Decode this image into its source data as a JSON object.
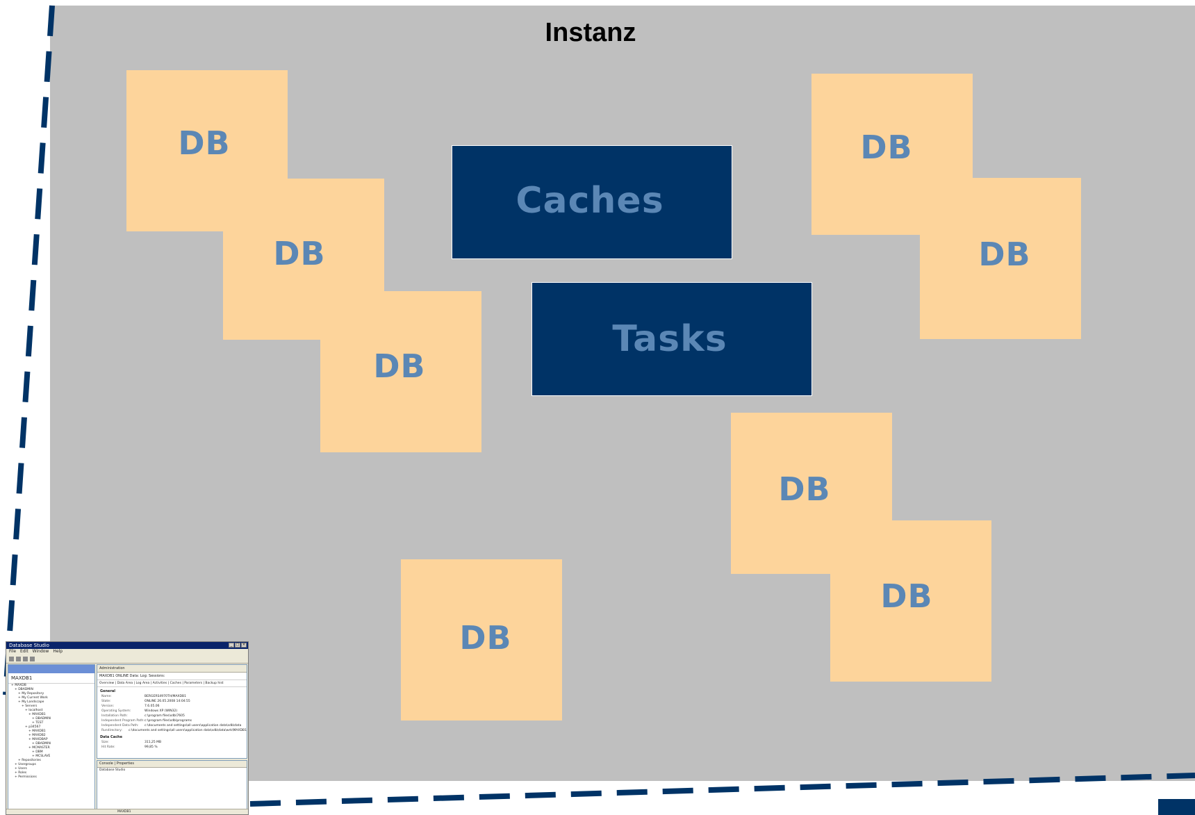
{
  "diagram": {
    "title": "Instanz",
    "colors": {
      "instance_background": "#bfbfbf",
      "db_box": "#fdd49b",
      "db_text": "#5b87b5",
      "component_box": "#003366",
      "component_text": "#5b87b5",
      "dashed_border": "#003366"
    },
    "db_boxes": [
      {
        "label": "DB"
      },
      {
        "label": "DB"
      },
      {
        "label": "DB"
      },
      {
        "label": "DB"
      },
      {
        "label": "DB"
      },
      {
        "label": "DB"
      },
      {
        "label": "DB"
      },
      {
        "label": "DB"
      }
    ],
    "components": [
      {
        "label": "Caches"
      },
      {
        "label": "Tasks"
      }
    ]
  },
  "thumbnail": {
    "window_title": "Database Studio",
    "menu": [
      "File",
      "Edit",
      "Window",
      "Help"
    ],
    "tree_title": "MAXDB1",
    "tree_items": [
      "MAXDB",
      "DBADMIN",
      "My Repository",
      "My Current Work",
      "My Landscape",
      "Servers",
      "localhost",
      "MAXDB1",
      "DBADMIN",
      "TEST",
      "p34567",
      "MAXDB1",
      "MAXDB2",
      "MAXDBAP",
      "DBADMIN",
      "MCMASTER",
      "DBM",
      "MCSLAVE",
      "Repositories",
      "Usergroups",
      "Users",
      "Roles",
      "Permissions"
    ],
    "panel_title": "Administration",
    "panel_status": "MAXDB1 ONLINE Data: Log: Sessions:",
    "tabs": "Overview | Data Area | Log Area | Activities | Caches | Parameters | Backup hist",
    "section_general": "General",
    "general_rows": [
      {
        "k": "Name:",
        "v": "BERGERS4970TH/MAXDB1"
      },
      {
        "k": "State:",
        "v": "ONLINE 26.05.2008 14:04:55"
      },
      {
        "k": "Version:",
        "v": "7.6.05.06"
      },
      {
        "k": "Operating System:",
        "v": "Windows XP (WIN32)"
      },
      {
        "k": "Installation Path:",
        "v": "c:\\program files\\sdb\\7605"
      },
      {
        "k": "Independent Program Path:",
        "v": "c:\\program files\\sdb\\programs"
      },
      {
        "k": "Independent Data Path:",
        "v": "c:\\documents and settings\\all users\\application data\\sdb\\data"
      },
      {
        "k": "Rundirectory:",
        "v": "c:\\documents and settings\\all users\\application data\\sdb\\data\\wrk\\MAXDB1"
      }
    ],
    "section_cache": "Data Cache",
    "cache_rows": [
      {
        "k": "Size:",
        "v": "311,25 MB"
      },
      {
        "k": "Hit Rate:",
        "v": "99,85 %"
      }
    ],
    "console_tabs": "Console | Properties",
    "console_text": "Database Studio",
    "status_text": "MAXDB1"
  }
}
